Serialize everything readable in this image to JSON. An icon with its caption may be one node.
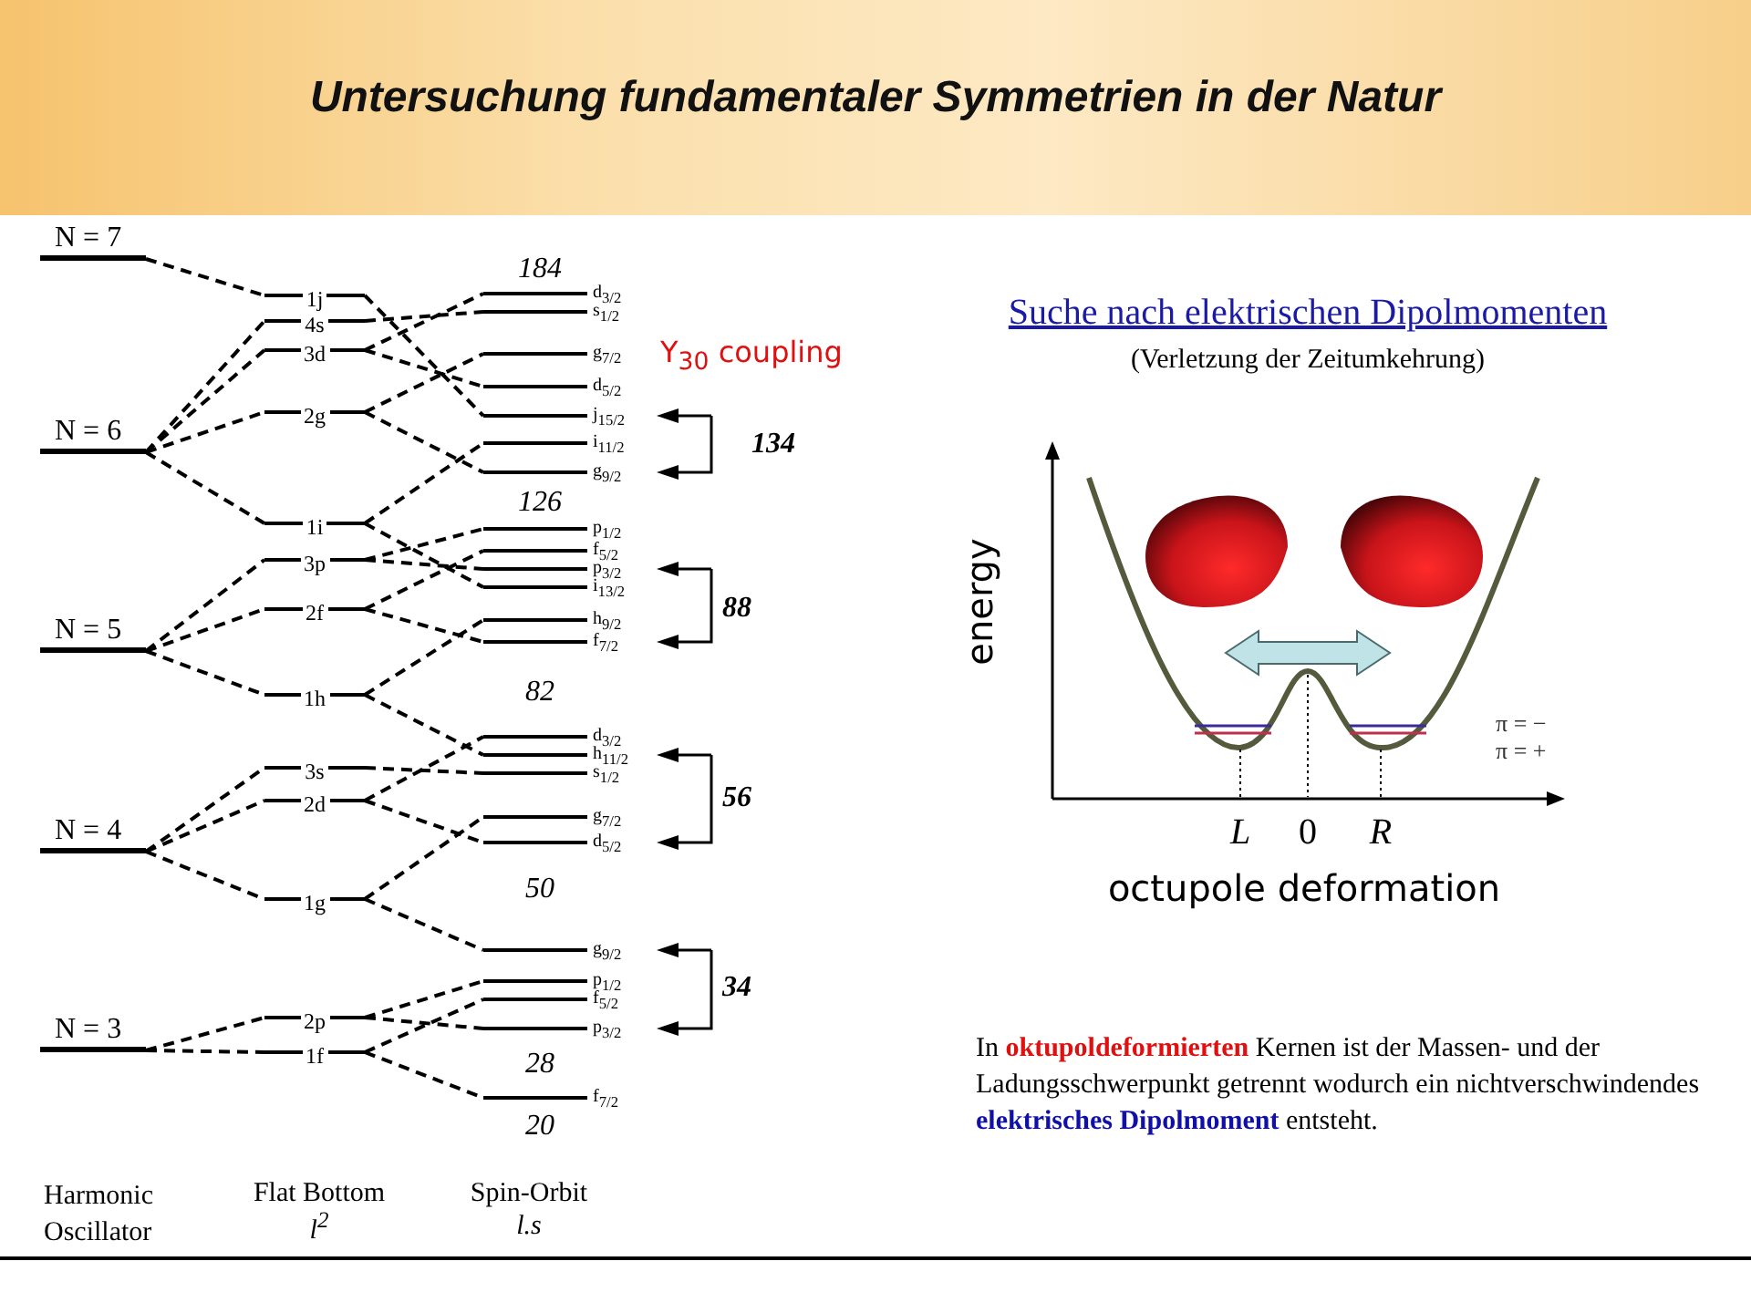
{
  "diagram": {
    "title": "Untersuchung fundamentaler Symmetrien in der Natur",
    "nodes": [
      {
        "text": [
          "N = 7"
        ]
      },
      {
        "text": [
          "N = 6"
        ]
      },
      {
        "text": [
          "N = 5"
        ]
      },
      {
        "text": [
          "N = 4"
        ]
      },
      {
        "text": [
          "N = 3"
        ]
      },
      {
        "text": [
          "1j"
        ]
      },
      {
        "text": [
          "4s"
        ]
      },
      {
        "text": [
          "3d"
        ]
      },
      {
        "text": [
          "2g"
        ]
      },
      {
        "text": [
          "1i"
        ]
      },
      {
        "text": [
          "3p"
        ]
      },
      {
        "text": [
          "2f"
        ]
      },
      {
        "text": [
          "1h"
        ]
      },
      {
        "text": [
          "3s"
        ]
      },
      {
        "text": [
          "2d"
        ]
      },
      {
        "text": [
          "1g"
        ]
      },
      {
        "text": [
          "2p"
        ]
      },
      {
        "text": [
          "1f"
        ]
      },
      {
        "text": [
          "d$_{3/2}$"
        ]
      },
      {
        "text": [
          "s$_{1/2}$"
        ]
      },
      {
        "text": [
          "g$_{7/2}$"
        ]
      },
      {
        "text": [
          "d$_{5/2}$"
        ]
      },
      {
        "text": [
          "j$_{15/2}$"
        ]
      },
      {
        "text": [
          "i$_{11/2}$"
        ]
      },
      {
        "text": [
          "g$_{9/2}$"
        ]
      },
      {
        "text": [
          "p$_{1/2}$"
        ]
      },
      {
        "text": [
          "f$_{5/2}$"
        ]
      },
      {
        "text": [
          "p$_{3/2}$"
        ]
      },
      {
        "text": [
          "i$_{13/2}$"
        ]
      },
      {
        "text": [
          "h$_{9/2}$"
        ]
      },
      {
        "text": [
          "f$_{7/2}$"
        ]
      },
      {
        "text": [
          "d$_{3/2}$"
        ]
      },
      {
        "text": [
          "h$_{11/2}$"
        ]
      },
      {
        "text": [
          "s$_{1/2}$"
        ]
      },
      {
        "text": [
          "g$_{7/2}$"
        ]
      },
      {
        "text": [
          "d$_{5/2}$"
        ]
      },
      {
        "text": [
          "g$_{9/2}$"
        ]
      },
      {
        "text": [
          "p$_{1/2}$"
        ]
      },
      {
        "text": [
          "f$_{5/2}$"
        ]
      },
      {
        "text": [
          "p$_{3/2}$"
        ]
      },
      {
        "text": [
          "f$_{7/2}$"
        ]
      }
    ],
    "edges": [
      {
        "from": 0,
        "to": 5,
        "arrow": "none",
        "style": "dashed"
      },
      {
        "from": 1,
        "to": 6,
        "arrow": "none",
        "style": "dashed"
      },
      {
        "from": 1,
        "to": 7,
        "arrow": "none",
        "style": "dashed"
      },
      {
        "from": 1,
        "to": 8,
        "arrow": "none",
        "style": "dashed"
      },
      {
        "from": 1,
        "to": 9,
        "arrow": "none",
        "style": "dashed"
      },
      {
        "from": 2,
        "to": 10,
        "arrow": "none",
        "style": "dashed"
      },
      {
        "from": 2,
        "to": 11,
        "arrow": "none",
        "style": "dashed"
      },
      {
        "from": 2,
        "to": 12,
        "arrow": "none",
        "style": "dashed"
      },
      {
        "from": 3,
        "to": 13,
        "arrow": "none",
        "style": "dashed"
      },
      {
        "from": 3,
        "to": 14,
        "arrow": "none",
        "style": "dashed"
      },
      {
        "from": 3,
        "to": 15,
        "arrow": "none",
        "style": "dashed"
      },
      {
        "from": 4,
        "to": 16,
        "arrow": "none",
        "style": "dashed"
      },
      {
        "from": 4,
        "to": 17,
        "arrow": "none",
        "style": "dashed"
      },
      {
        "from": 5,
        "to": 22,
        "arrow": "none",
        "style": "dashed"
      },
      {
        "from": 6,
        "to": 19,
        "arrow": "none",
        "style": "dashed"
      },
      {
        "from": 7,
        "to": 21,
        "arrow": "none",
        "style": "dashed"
      },
      {
        "from": 7,
        "to": 18,
        "arrow": "none",
        "style": "dashed"
      },
      {
        "from": 8,
        "to": 24,
        "arrow": "none",
        "style": "dashed"
      },
      {
        "from": 8,
        "to": 20,
        "arrow": "none",
        "style": "dashed"
      },
      {
        "from": 9,
        "to": 23,
        "arrow": "none",
        "style": "dashed"
      },
      {
        "from": 9,
        "to": 28,
        "arrow": "none",
        "style": "dashed"
      },
      {
        "from": 10,
        "to": 25,
        "arrow": "none",
        "style": "dashed"
      },
      {
        "from": 10,
        "to": 27,
        "arrow": "none",
        "style": "dashed"
      },
      {
        "from": 11,
        "to": 26,
        "arrow": "none",
        "style": "dashed"
      },
      {
        "from": 11,
        "to": 30,
        "arrow": "none",
        "style": "dashed"
      },
      {
        "from": 12,
        "to": 29,
        "arrow": "none",
        "style": "dashed"
      },
      {
        "from": 12,
        "to": 32,
        "arrow": "none",
        "style": "dashed"
      },
      {
        "from": 13,
        "to": 33,
        "arrow": "none",
        "style": "dashed"
      },
      {
        "from": 14,
        "to": 31,
        "arrow": "none",
        "style": "dashed"
      },
      {
        "from": 14,
        "to": 35,
        "arrow": "none",
        "style": "dashed"
      },
      {
        "from": 15,
        "to": 34,
        "arrow": "none",
        "style": "dashed"
      },
      {
        "from": 15,
        "to": 36,
        "arrow": "none",
        "style": "dashed"
      },
      {
        "from": 16,
        "to": 37,
        "arrow": "none",
        "style": "dashed"
      },
      {
        "from": 16,
        "to": 39,
        "arrow": "none",
        "style": "dashed"
      },
      {
        "from": 17,
        "to": 38,
        "arrow": "none",
        "style": "dashed"
      },
      {
        "from": 17,
        "to": 40,
        "arrow": "none",
        "style": "dashed"
      }
    ],
    "labels": [
      "184",
      "134",
      "126",
      "88",
      "82",
      "56",
      "50",
      "34",
      "28",
      "20",
      "Harmonic Oscillator",
      "Flat Bottom",
      "l$^{2}$",
      "Spin-Orbit",
      "l.s",
      "Y$_{30}$ coupling",
      "Suche nach elektrischen Dipolmomenten",
      "(Verletzung der Zeitumkehrung)",
      "energy",
      "π = −",
      "π = +",
      "L",
      "0",
      "R",
      "octupole deformation",
      "In **oktupoldeformierten** Kernen ist der Massen- und der Ladungsschwerpunkt getrennt wodurch ein nichtverschwindendes **elektrisches Dipolmoment** entsteht."
    ]
  }
}
